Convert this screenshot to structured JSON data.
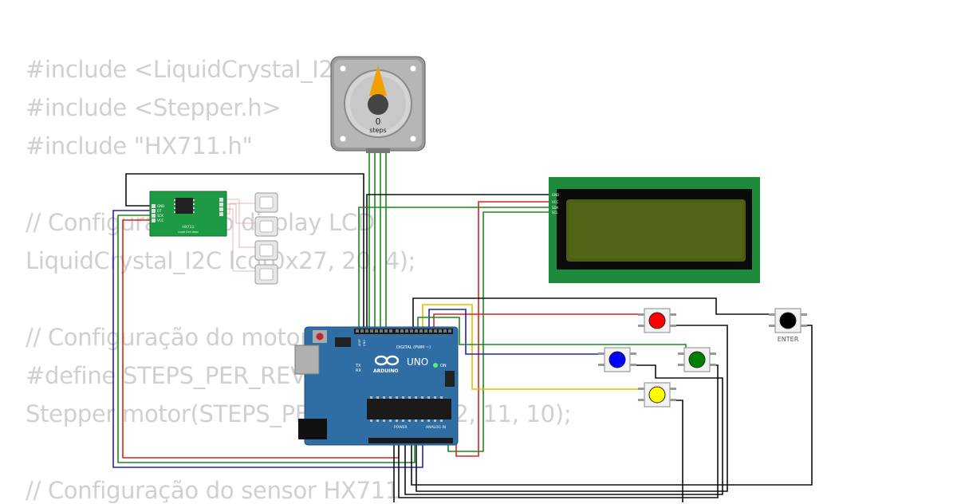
{
  "code_lines": [
    "#include <LiquidCrystal_I2C.h>",
    "#include <Stepper.h>",
    "#include \"HX711.h\"",
    "",
    "// Configuração do display LCD",
    "LiquidCrystal_I2C lcd(0x27, 20, 4);",
    "",
    "// Configuração do motor",
    "#define STEPS_PER_REV 200",
    "Stepper motor(STEPS_PER_REV, 13, 12, 11, 10);",
    "",
    "// Configuração do sensor HX711"
  ],
  "stepper": {
    "count": "0",
    "unit": "steps"
  },
  "hx711": {
    "title": "HX711",
    "subtitle": "Load Cell Amp",
    "pins": [
      "GND",
      "DT",
      "SCK",
      "VCC"
    ]
  },
  "lcd": {
    "pins": [
      "GND",
      "VCC",
      "SDA",
      "SCL"
    ]
  },
  "arduino": {
    "brand": "ARDUINO",
    "model": "UNO",
    "on_label": "ON",
    "digital_label": "DIGITAL (PWM ~)",
    "power_label": "POWER",
    "analog_label": "ANALOG IN",
    "tx": "TX",
    "rx": "RX",
    "aref": "AREF",
    "gnd": "GND"
  },
  "buttons": {
    "red": {
      "color": "#ff0000",
      "label": ""
    },
    "blue": {
      "color": "#0000ff",
      "label": ""
    },
    "green": {
      "color": "#008000",
      "label": ""
    },
    "yellow": {
      "color": "#ffff00",
      "label": ""
    },
    "enter": {
      "color": "#000000",
      "label": "ENTER"
    }
  },
  "colors": {
    "code": "#d0d0d0",
    "wire_red": "#e02020",
    "wire_green": "#1a8a1a",
    "wire_blue": "#2020c0",
    "wire_yellow": "#e0c000",
    "wire_black": "#111111",
    "arduino_board": "#2f6ea5",
    "lcd_bezel": "#1e8a3c",
    "lcd_screen": "#4d5e12",
    "hx711_board": "#1f9a44"
  }
}
